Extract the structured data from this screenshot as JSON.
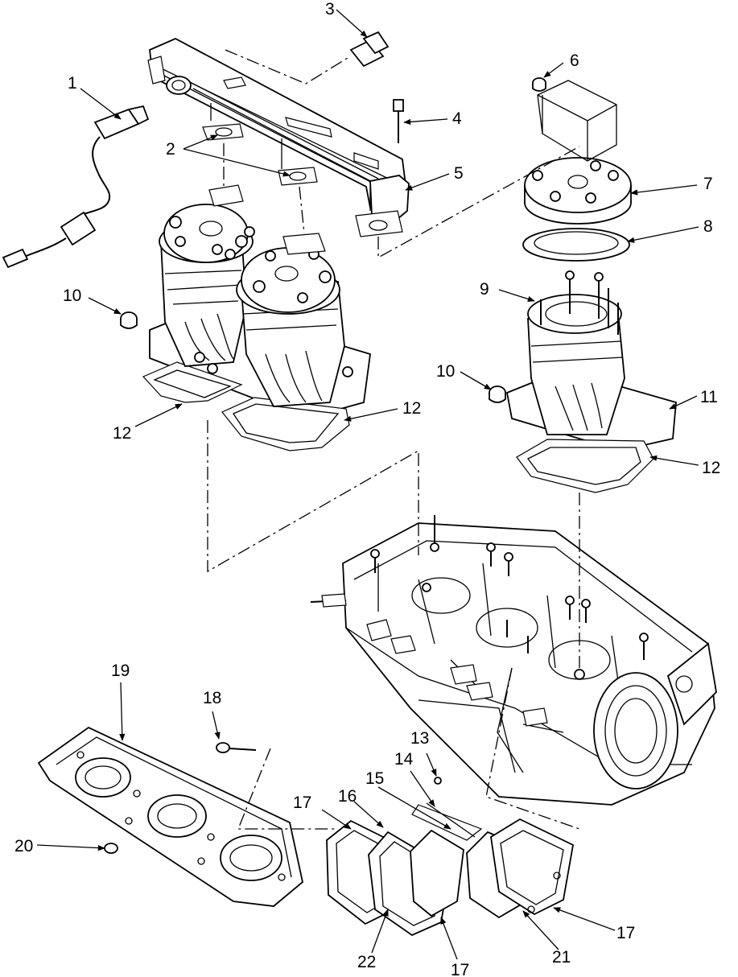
{
  "diagram": {
    "callouts": {
      "c1": "1",
      "c2": "2",
      "c3": "3",
      "c4": "4",
      "c5": "5",
      "c6": "6",
      "c7": "7",
      "c8": "8",
      "c9": "9",
      "c10a": "10",
      "c10b": "10",
      "c11": "11",
      "c12a": "12",
      "c12b": "12",
      "c12c": "12",
      "c13": "13",
      "c14": "14",
      "c15": "15",
      "c16": "16",
      "c17a": "17",
      "c17b": "17",
      "c17c": "17",
      "c18": "18",
      "c19": "19",
      "c20": "20",
      "c21": "21",
      "c22": "22"
    }
  }
}
